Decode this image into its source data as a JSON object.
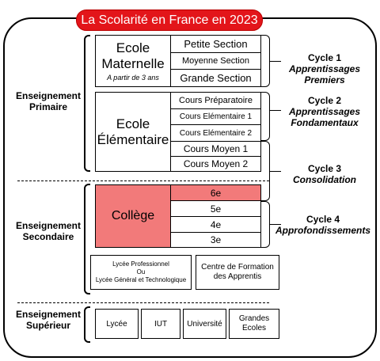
{
  "title": "La Scolarité en France en 2023",
  "sections": {
    "primaire": "Enseignement\nPrimaire",
    "secondaire": "Enseignement\nSecondaire",
    "superieur": "Enseignement\nSupérieur"
  },
  "maternelle": {
    "name": "Ecole\nMaternelle",
    "note": "A partir de 3 ans",
    "levels": [
      "Petite Section",
      "Moyenne Section",
      "Grande Section"
    ]
  },
  "elementaire": {
    "name": "Ecole\nÉlémentaire",
    "levels": [
      "Cours Préparatoire",
      "Cours Elémentaire 1",
      "Cours Elémentaire 2",
      "Cours Moyen 1",
      "Cours Moyen 2"
    ]
  },
  "college": {
    "name": "Collège",
    "levels": [
      "6e",
      "5e",
      "4e",
      "3e"
    ]
  },
  "lycee": "Lycée  Professionnel\nOu\nLycée Général et Technologique",
  "cfa": "Centre de Formation\ndes Apprentis",
  "superieur_items": [
    "Lycée",
    "IUT",
    "Université",
    "Grandes\nEcoles"
  ],
  "cycles": [
    {
      "title": "Cycle 1",
      "sub": "Apprentissages\nPremiers"
    },
    {
      "title": "Cycle 2",
      "sub": "Apprentissages\nFondamentaux"
    },
    {
      "title": "Cycle 3",
      "sub": "Consolidation"
    },
    {
      "title": "Cycle 4",
      "sub": "Approfondissements"
    }
  ],
  "colors": {
    "title_bg": "#e3151a",
    "college_bg": "#f27a7a"
  }
}
